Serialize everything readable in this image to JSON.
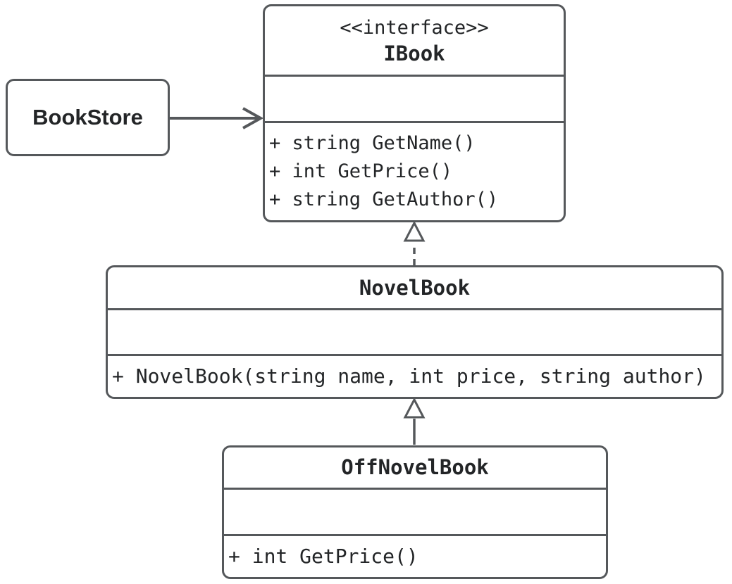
{
  "diagram": {
    "type": "uml-class-diagram",
    "background_color": "#ffffff",
    "stroke_color": "#55585b",
    "text_color": "#232527",
    "classes": {
      "bookstore": {
        "name": "BookStore"
      },
      "ibook": {
        "stereotype": "<<interface>>",
        "name": "IBook",
        "attributes": [],
        "methods": [
          "+ string GetName()",
          "+ int GetPrice()",
          "+ string GetAuthor()"
        ]
      },
      "novelbook": {
        "name": "NovelBook",
        "attributes": [],
        "methods": [
          "+ NovelBook(string name, int price, string author)"
        ]
      },
      "offnovelbook": {
        "name": "OffNovelBook",
        "attributes": [],
        "methods": [
          "+ int GetPrice()"
        ]
      }
    },
    "relationships": [
      {
        "from": "BookStore",
        "to": "IBook",
        "type": "association",
        "line": "solid",
        "arrowhead": "open"
      },
      {
        "from": "NovelBook",
        "to": "IBook",
        "type": "realization",
        "line": "dashed",
        "arrowhead": "hollow-triangle"
      },
      {
        "from": "OffNovelBook",
        "to": "NovelBook",
        "type": "generalization",
        "line": "solid",
        "arrowhead": "hollow-triangle"
      }
    ]
  }
}
